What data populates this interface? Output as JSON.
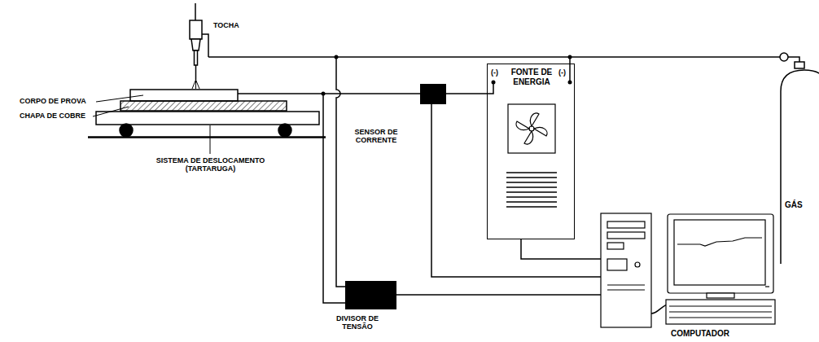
{
  "diagram": {
    "nodes": [
      {
        "text": [
          "SENSOR DE CORRENTE"
        ]
      },
      {
        "text": [
          "(-)",
          "FONTE DE ENERGIA",
          "(-)"
        ]
      },
      {
        "text": [
          "DIVISOR DE TENSÃO"
        ]
      },
      {
        "text": [
          "COMPUTADOR"
        ]
      },
      {
        "text": [
          "GÁS"
        ]
      }
    ],
    "edges": [
      {
        "from": 0,
        "to": 1,
        "arrow": "none"
      },
      {
        "from": 0,
        "to": 3,
        "arrow": "none"
      },
      {
        "from": 1,
        "to": 3,
        "arrow": "none"
      },
      {
        "from": 2,
        "to": 3,
        "arrow": "none"
      }
    ],
    "labels": [
      "TOCHA",
      "CORPO DE PROVA",
      "CHAPA DE COBRE",
      "SISTEMA DE DESLOCAMENTO (TARTARUGA)"
    ]
  }
}
